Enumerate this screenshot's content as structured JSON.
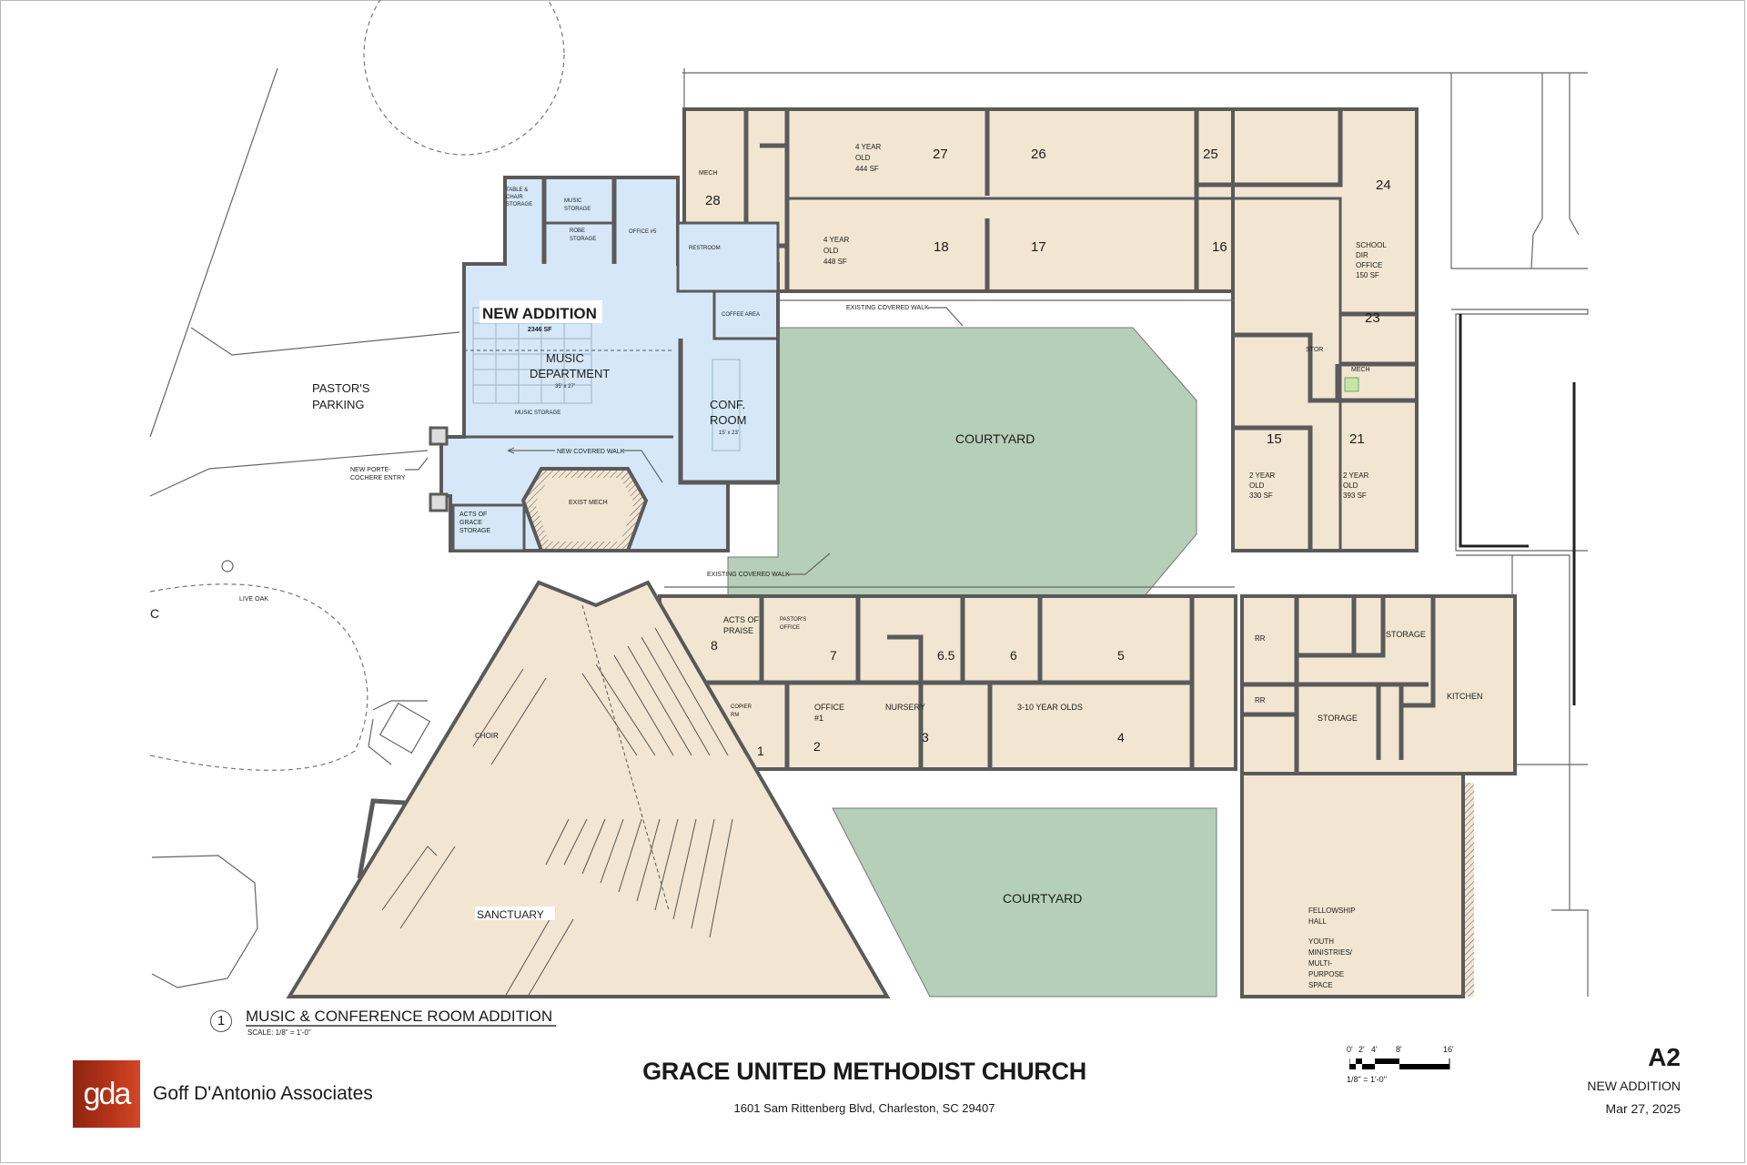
{
  "colors": {
    "new_addition_fill": "#d6e8f8",
    "existing_fill": "#f2e6d2",
    "courtyard_fill": "#b5cfb8",
    "wall": "#5a5a5a",
    "logo_red": "#b8351a"
  },
  "site": {
    "pastors_parking": [
      "PASTOR'S",
      "PARKING"
    ],
    "live_oak": "LIVE OAK",
    "porte_cochere": [
      "NEW PORTE-",
      "COCHERE ENTRY"
    ]
  },
  "new_addition": {
    "title": "NEW ADDITION",
    "area": "2346 SF",
    "rooms": {
      "table_chair_storage": [
        "TABLE &",
        "CHAIR",
        "STORAGE"
      ],
      "music_storage_upper": [
        "MUSIC",
        "STORAGE"
      ],
      "robe_storage": [
        "ROBE",
        "STORAGE"
      ],
      "office5": "OFFICE #5",
      "restroom": "RESTROOM",
      "coffee_area": "COFFEE AREA",
      "music_department": [
        "MUSIC",
        "DEPARTMENT"
      ],
      "music_department_dims": "35' x 27'",
      "music_storage_note": "MUSIC STORAGE",
      "conf_room": [
        "CONF.",
        "ROOM"
      ],
      "conf_room_dims": "15' x 23'",
      "new_covered_walk": "NEW COVERED WALK",
      "acts_of_grace": [
        "ACTS OF",
        "GRACE",
        "STORAGE"
      ],
      "exist_mech": "EXIST MECH"
    }
  },
  "existing": {
    "covered_walk": "EXISTING COVERED WALK",
    "courtyard": "COURTYARD",
    "rooms": [
      {
        "id": "28",
        "label": [
          "MECH"
        ],
        "number": "28"
      },
      {
        "id": "27",
        "label": [
          "4 YEAR",
          "OLD",
          "444 SF"
        ],
        "number": "27"
      },
      {
        "id": "26",
        "label": [],
        "number": "26"
      },
      {
        "id": "25",
        "label": [],
        "number": "25"
      },
      {
        "id": "24",
        "label": [],
        "number": "24"
      },
      {
        "id": "18",
        "label": [
          "4 YEAR",
          "OLD",
          "448 SF"
        ],
        "number": "18"
      },
      {
        "id": "17",
        "label": [],
        "number": "17"
      },
      {
        "id": "16",
        "label": [],
        "number": "16"
      },
      {
        "id": "23",
        "label": [
          "SCHOOL",
          "DIR",
          "OFFICE",
          "150 SF"
        ],
        "number": "23"
      },
      {
        "id": "stor",
        "label": [
          "STOR"
        ],
        "number": ""
      },
      {
        "id": "mech2",
        "label": [
          "MECH"
        ],
        "number": ""
      },
      {
        "id": "15",
        "label": [
          "2 YEAR",
          "OLD",
          "330 SF"
        ],
        "number": "15"
      },
      {
        "id": "21",
        "label": [
          "2 YEAR",
          "OLD",
          "393 SF"
        ],
        "number": "21"
      },
      {
        "id": "8",
        "label": [
          "ACTS OF",
          "PRAISE"
        ],
        "number": "8"
      },
      {
        "id": "7",
        "label": [
          "PASTOR'S",
          "OFFICE"
        ],
        "number": "7"
      },
      {
        "id": "6.5",
        "label": [],
        "number": "6.5"
      },
      {
        "id": "6",
        "label": [],
        "number": "6"
      },
      {
        "id": "5",
        "label": [],
        "number": "5"
      },
      {
        "id": "1",
        "label": [
          "COPIER",
          "RM"
        ],
        "number": "1"
      },
      {
        "id": "2",
        "label": [
          "OFFICE",
          "#1"
        ],
        "number": "2"
      },
      {
        "id": "3",
        "label": [
          "NURSERY"
        ],
        "number": "3"
      },
      {
        "id": "4",
        "label": [
          "3-10 YEAR OLDS"
        ],
        "number": "4"
      },
      {
        "id": "rr1",
        "label": [
          "RR"
        ],
        "number": ""
      },
      {
        "id": "rr2",
        "label": [
          "RR"
        ],
        "number": ""
      },
      {
        "id": "storage1",
        "label": [
          "STORAGE"
        ],
        "number": ""
      },
      {
        "id": "storage2",
        "label": [
          "STORAGE"
        ],
        "number": ""
      },
      {
        "id": "kitchen",
        "label": [
          "KITCHEN"
        ],
        "number": ""
      },
      {
        "id": "fellowship",
        "label": [
          "FELLOWSHIP",
          "HALL",
          "",
          "YOUTH",
          "MINISTRIES/",
          "MULTI-",
          "PURPOSE",
          "SPACE"
        ],
        "number": ""
      }
    ],
    "choir": "CHOIR",
    "sanctuary": "SANCTUARY"
  },
  "view_title": {
    "number": "1",
    "name": "MUSIC & CONFERENCE ROOM ADDITION",
    "scale": "SCALE:  1/8\" = 1'-0\""
  },
  "scale_bar": {
    "ticks": [
      "0'",
      "2'",
      "4'",
      "8'",
      "16'"
    ],
    "label": "1/8\" = 1'-0\""
  },
  "title_block": {
    "logo_text": "gda",
    "firm": "Goff D'Antonio Associates",
    "project": "GRACE UNITED METHODIST CHURCH",
    "address": "1601 Sam Rittenberg Blvd, Charleston, SC 29407",
    "sheet_number": "A2",
    "sheet_name": "NEW ADDITION",
    "date": "Mar 27, 2025"
  }
}
